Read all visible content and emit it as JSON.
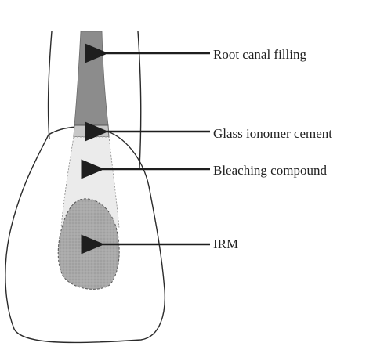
{
  "labels": {
    "root_canal_filling": "Root canal filling",
    "glass_ionomer_cement": "Glass ionomer cement",
    "bleaching_compound": "Bleaching compound",
    "irm": "IRM"
  },
  "colors": {
    "outline": "#2a2a2a",
    "root_canal_filling": "#8c8c8c",
    "glass_ionomer_cement": "#c7c7c7",
    "bleaching_compound": "#ebebeb",
    "irm": "#a9a9a9",
    "arrow": "#1e1e1e"
  }
}
